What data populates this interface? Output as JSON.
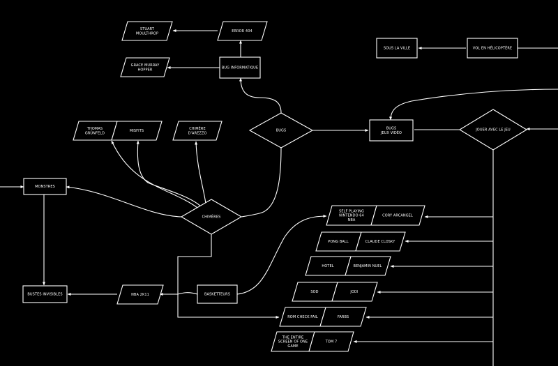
{
  "colors": {
    "background": "#000000",
    "ink": "#ffffff"
  },
  "nodes": {
    "stuart": [
      "STUART",
      "MOULTHROP"
    ],
    "error404": [
      "ERROR 404"
    ],
    "grace": [
      "GRACE MURRAY",
      "HOPPER"
    ],
    "bug_info": [
      "BUG INFORMATIQUE"
    ],
    "sous_la_ville": [
      "SOUS LA VILLE"
    ],
    "vol_helico": [
      "VOL EN HÉLICOPTÈRE"
    ],
    "thomas": [
      "THOMAS",
      "GRÜNFELD"
    ],
    "misfits": [
      "MISFITS"
    ],
    "chimere_arezzo": [
      "CHIMÈRE",
      "D'AREZZO"
    ],
    "bugs": [
      "BUGS"
    ],
    "bugs_jeux": [
      "BUGS",
      "JEUX VIDÉO"
    ],
    "jouer": [
      "JOUER AVEC LE JEU"
    ],
    "monstres": [
      "MONSTRES"
    ],
    "chimeres": [
      "CHIMÈRES"
    ],
    "self_playing": [
      "SELF PLAYING",
      "NINTENDO 64",
      "NBA"
    ],
    "cory": [
      "CORY ARCANGEL"
    ],
    "pong": [
      "PONG BALL"
    ],
    "claude": [
      "CLAUDE CLOSKY"
    ],
    "hotel": [
      "HOTEL"
    ],
    "benjamin": [
      "BENJAMIN NUEL"
    ],
    "sod": [
      "SOD"
    ],
    "jodi": [
      "JODI"
    ],
    "bustes": [
      "BUSTES INVISIBLES"
    ],
    "nba2k11": [
      "NBA 2K11"
    ],
    "basketteurs": [
      "BASKETTEURS"
    ],
    "rom": [
      "ROM CHECK FAIL"
    ],
    "farbs": [
      "FARBS"
    ],
    "entire": [
      "THE ENTIRE",
      "SCREEN OF ONE",
      "GAME"
    ],
    "tom7": [
      "TOM 7"
    ]
  }
}
